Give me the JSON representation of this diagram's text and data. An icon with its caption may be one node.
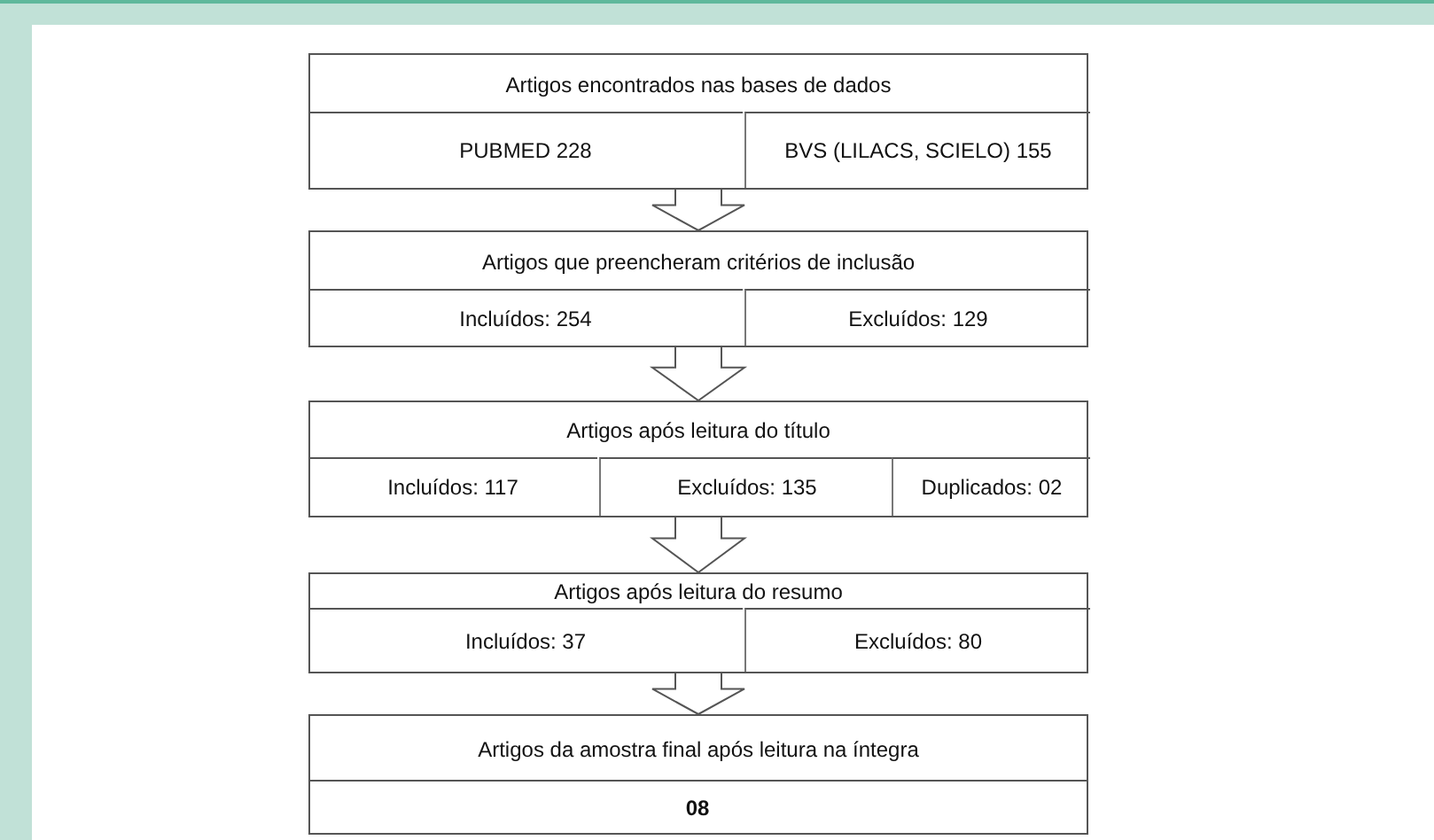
{
  "diagram": {
    "nodes": [
      {
        "text": [
          "Artigos encontrados nas bases de dados"
        ]
      },
      {
        "text": [
          "PUBMED 228"
        ],
        "in": 0
      },
      {
        "text": [
          "BVS (LILACS, SCIELO) 155"
        ],
        "in": 0
      },
      {
        "text": [
          "Artigos que preencheram critérios de inclusão"
        ]
      },
      {
        "text": [
          "Incluídos: 254"
        ],
        "in": 3
      },
      {
        "text": [
          "Excluídos: 129"
        ],
        "in": 3
      },
      {
        "text": [
          "Artigos após leitura do título"
        ]
      },
      {
        "text": [
          "Incluídos: 117"
        ],
        "in": 6
      },
      {
        "text": [
          "Excluídos: 135"
        ],
        "in": 6
      },
      {
        "text": [
          "Duplicados: 02"
        ],
        "in": 6
      },
      {
        "text": [
          "Artigos após leitura do resumo"
        ]
      },
      {
        "text": [
          "Incluídos: 37"
        ],
        "in": 10
      },
      {
        "text": [
          "Excluídos: 80"
        ],
        "in": 10
      },
      {
        "text": [
          "Artigos da amostra final após leitura na íntegra"
        ]
      },
      {
        "text": [
          "08"
        ],
        "in": 13
      }
    ],
    "edges": [
      {
        "from": 0,
        "to": 3,
        "arrow": "to"
      },
      {
        "from": 3,
        "to": 6,
        "arrow": "to"
      },
      {
        "from": 6,
        "to": 10,
        "arrow": "to"
      },
      {
        "from": 10,
        "to": 13,
        "arrow": "to"
      }
    ]
  }
}
